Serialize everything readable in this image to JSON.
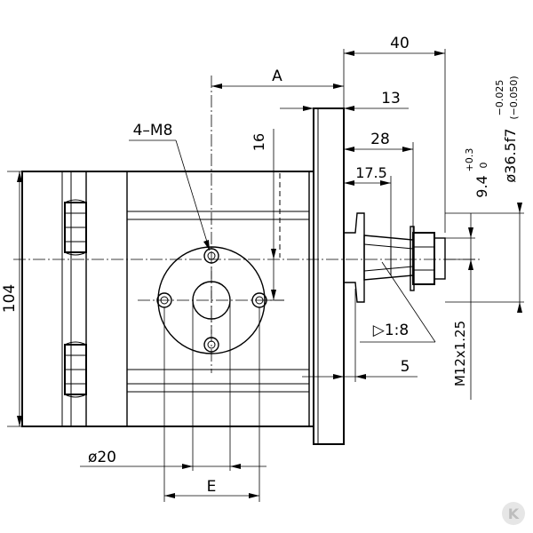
{
  "labels": {
    "dim_40": "40",
    "dim_A": "A",
    "dim_13": "13",
    "dim_4m8": "4–M8",
    "dim_16": "16",
    "dim_28": "28",
    "dim_17_5": "17.5",
    "dim_9_4": "9.4",
    "tol_9_4_upper": "+0.3",
    "tol_9_4_lower": "0",
    "dim_36_5": "ø36.5f7",
    "tol_36_5_upper": "−0.025",
    "tol_36_5_lower": "(−0.050)",
    "dim_104": "104",
    "taper": "▷1:8",
    "thread": "M12x1.25",
    "dim_5": "5",
    "dim_20": "ø20",
    "dim_E": "E"
  },
  "colors": {
    "line": "#000000",
    "background": "#ffffff",
    "logo": "#cccccc"
  },
  "logo": {
    "text": "K",
    "icon": "kramp-logo-icon"
  }
}
